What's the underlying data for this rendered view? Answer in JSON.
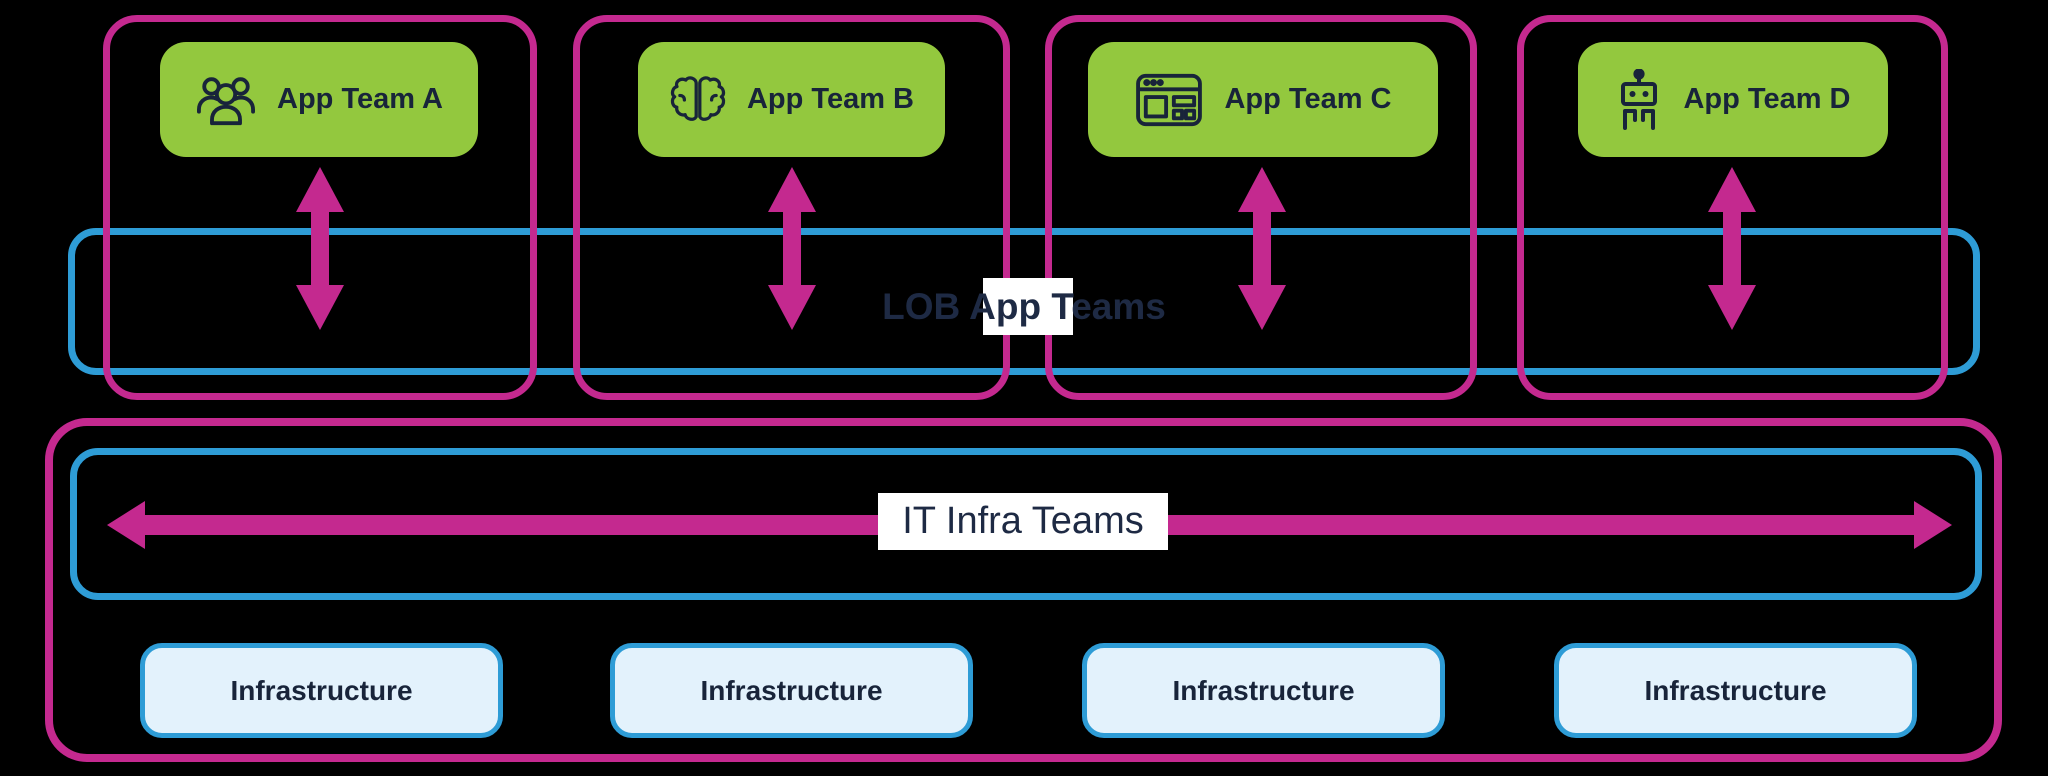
{
  "diagram": {
    "lob_group": {
      "label": "LOB App Teams"
    },
    "infra_group": {
      "label": "IT Infra Teams"
    },
    "teams": [
      {
        "label": "App Team A",
        "icon": "people-group-icon"
      },
      {
        "label": "App Team B",
        "icon": "brain-icon"
      },
      {
        "label": "App Team C",
        "icon": "browser-window-icon"
      },
      {
        "label": "App Team D",
        "icon": "robot-icon"
      }
    ],
    "infrastructure_boxes": [
      {
        "label": "Infrastructure"
      },
      {
        "label": "Infrastructure"
      },
      {
        "label": "Infrastructure"
      },
      {
        "label": "Infrastructure"
      }
    ],
    "colors": {
      "magenta": "#C4298F",
      "green": "#93C83E",
      "blue": "#2E9CD6",
      "light_blue": "#E3F2FC",
      "text_dark": "#1E2A44",
      "background": "#000000"
    }
  }
}
